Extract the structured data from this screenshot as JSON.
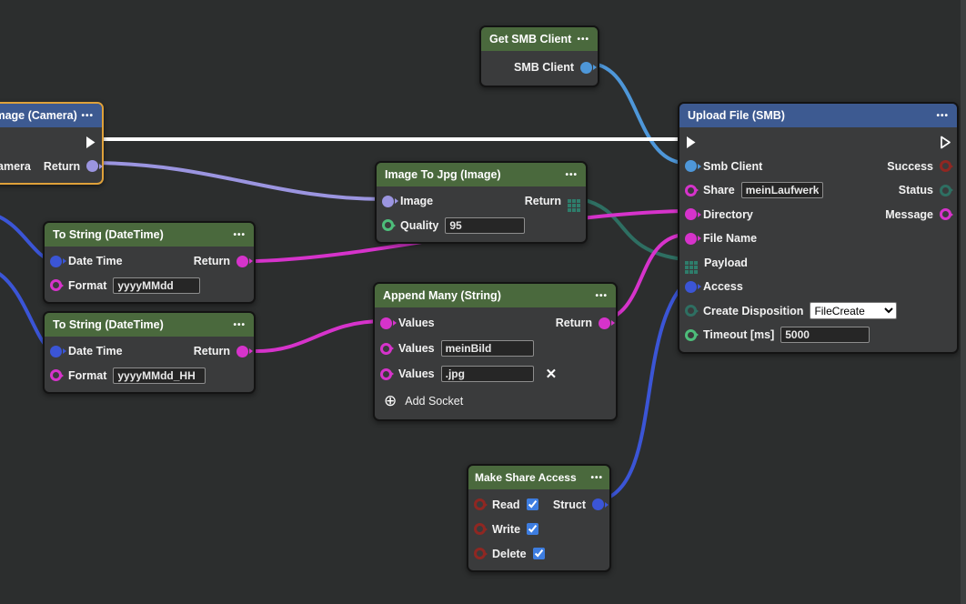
{
  "colors": {
    "white": "#ffffff",
    "lavender": "#9b95e0",
    "skyblue": "#4e97d9",
    "royalblue": "#3b55d6",
    "magenta": "#d633cb",
    "green": "#4dbd7a",
    "teal": "#2e6f62",
    "tealgrid": "#2e7d6b",
    "darkred": "#8f2722"
  },
  "nodes": {
    "get_smb_client": {
      "title": "Get SMB Client",
      "menu": "•••",
      "smb_client_label": "SMB Client"
    },
    "image_camera": {
      "title": "Image (Camera)",
      "menu": "•••",
      "camera_label": "Camera",
      "return_label": "Return"
    },
    "image_to_jpg": {
      "title": "Image To Jpg (Image)",
      "menu": "•••",
      "image_label": "Image",
      "return_label": "Return",
      "quality_label": "Quality",
      "quality_value": "95"
    },
    "to_string_1": {
      "title": "To String (DateTime)",
      "menu": "•••",
      "datetime_label": "Date Time",
      "return_label": "Return",
      "format_label": "Format",
      "format_value": "yyyyMMdd"
    },
    "to_string_2": {
      "title": "To String (DateTime)",
      "menu": "•••",
      "datetime_label": "Date Time",
      "return_label": "Return",
      "format_label": "Format",
      "format_value": "yyyyMMdd_HH"
    },
    "append_many": {
      "title": "Append Many (String)",
      "menu": "•••",
      "values1_label": "Values",
      "return_label": "Return",
      "values2_label": "Values",
      "values2_value": "meinBild",
      "values3_label": "Values",
      "values3_value": ".jpg",
      "remove_icon": "✕",
      "add_socket_icon": "⊕",
      "add_socket_label": "Add Socket"
    },
    "upload_file": {
      "title": "Upload File (SMB)",
      "menu": "•••",
      "smb_client_label": "Smb Client",
      "success_label": "Success",
      "share_label": "Share",
      "share_value": "meinLaufwerk",
      "status_label": "Status",
      "directory_label": "Directory",
      "message_label": "Message",
      "file_name_label": "File Name",
      "payload_label": "Payload",
      "access_label": "Access",
      "create_disposition_label": "Create Disposition",
      "create_disposition_value": "FileCreate",
      "timeout_label": "Timeout [ms]",
      "timeout_value": "5000"
    },
    "make_share_access": {
      "title": "Make Share Access",
      "menu": "•••",
      "read_label": "Read",
      "write_label": "Write",
      "delete_label": "Delete",
      "struct_label": "Struct",
      "read_checked": true,
      "write_checked": true,
      "delete_checked": true
    }
  }
}
